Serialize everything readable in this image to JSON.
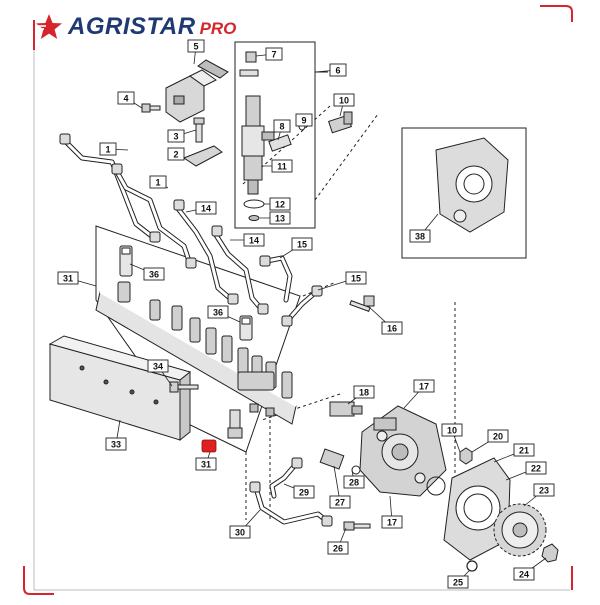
{
  "brand": {
    "name": "AGRISTAR",
    "suffix": "PRO"
  },
  "colors": {
    "brand_blue": "#1f3a73",
    "brand_red": "#d6262d",
    "highlight": "#e02020",
    "line": "#222222",
    "part_fill": "#d9d9d9",
    "part_dark": "#7a7a7a"
  },
  "icons": {
    "brand": "star-icon"
  },
  "callouts": [
    "1",
    "1",
    "2",
    "3",
    "4",
    "5",
    "6",
    "7",
    "8",
    "9",
    "10",
    "10",
    "11",
    "12",
    "13",
    "14",
    "14",
    "15",
    "15",
    "16",
    "17",
    "17",
    "18",
    "20",
    "21",
    "22",
    "23",
    "24",
    "25",
    "26",
    "27",
    "28",
    "29",
    "30",
    "31",
    "31",
    "33",
    "34",
    "36",
    "36",
    "38"
  ],
  "highlighted_part": "2"
}
